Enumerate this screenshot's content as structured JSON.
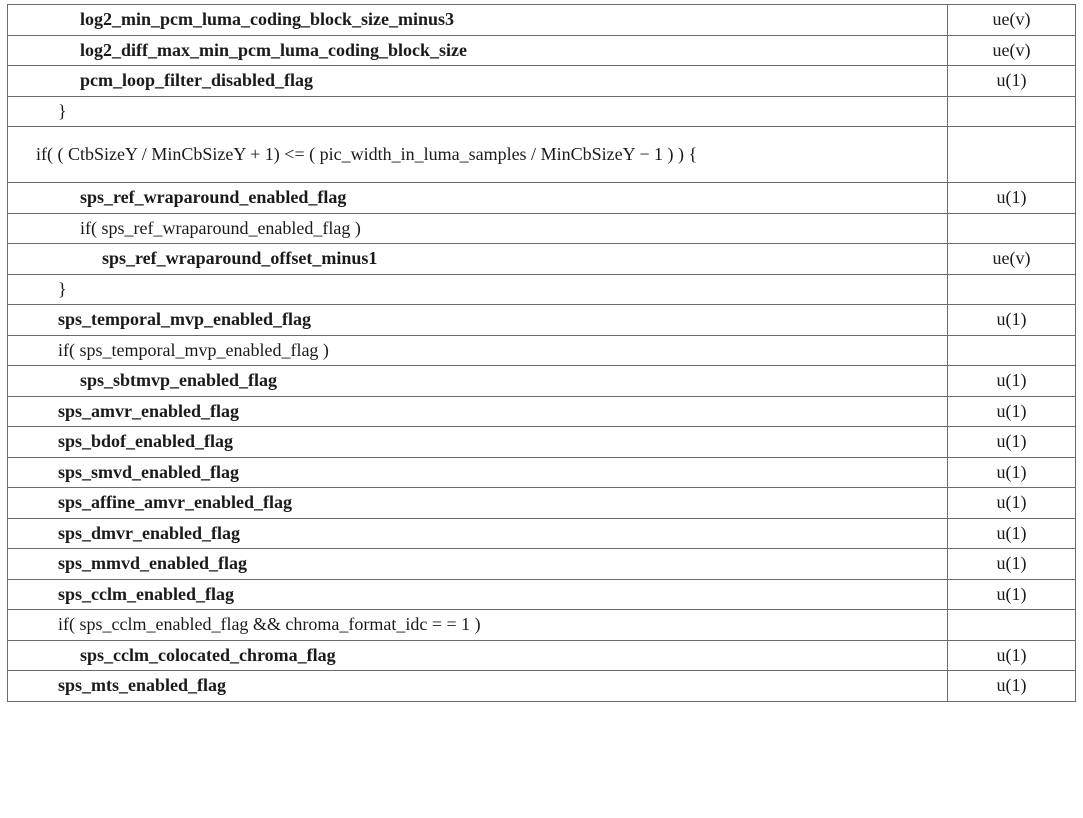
{
  "rows": [
    {
      "syntax": "log2_min_pcm_luma_coding_block_size_minus3",
      "descriptor": "ue(v)",
      "bold": true,
      "indent": 1
    },
    {
      "syntax": "log2_diff_max_min_pcm_luma_coding_block_size",
      "descriptor": "ue(v)",
      "bold": true,
      "indent": 1
    },
    {
      "syntax": "pcm_loop_filter_disabled_flag",
      "descriptor": "u(1)",
      "bold": true,
      "indent": 1
    },
    {
      "syntax": "}",
      "descriptor": "",
      "bold": false,
      "indent": 0
    },
    {
      "syntax": "if( ( CtbSizeY / MinCbSizeY + 1)   <=   ( pic_width_in_luma_samples / MinCbSizeY − 1 ) ) {",
      "descriptor": "",
      "bold": false,
      "indent": 0
    },
    {
      "syntax": "sps_ref_wraparound_enabled_flag",
      "descriptor": "u(1)",
      "bold": true,
      "indent": 1
    },
    {
      "syntax": "if( sps_ref_wraparound_enabled_flag )",
      "descriptor": "",
      "bold": false,
      "indent": 1
    },
    {
      "syntax": "sps_ref_wraparound_offset_minus1",
      "descriptor": "ue(v)",
      "bold": true,
      "indent": 2
    },
    {
      "syntax": "}",
      "descriptor": "",
      "bold": false,
      "indent": 0
    },
    {
      "syntax": "sps_temporal_mvp_enabled_flag",
      "descriptor": "u(1)",
      "bold": true,
      "indent": 0
    },
    {
      "syntax": "if( sps_temporal_mvp_enabled_flag )",
      "descriptor": "",
      "bold": false,
      "indent": 0
    },
    {
      "syntax": "sps_sbtmvp_enabled_flag",
      "descriptor": "u(1)",
      "bold": true,
      "indent": 1
    },
    {
      "syntax": "sps_amvr_enabled_flag",
      "descriptor": "u(1)",
      "bold": true,
      "indent": 0
    },
    {
      "syntax": "sps_bdof_enabled_flag",
      "descriptor": "u(1)",
      "bold": true,
      "indent": 0
    },
    {
      "syntax": "sps_smvd_enabled_flag",
      "descriptor": "u(1)",
      "bold": true,
      "indent": 0
    },
    {
      "syntax": "sps_affine_amvr_enabled_flag",
      "descriptor": "u(1)",
      "bold": true,
      "indent": 0
    },
    {
      "syntax": "sps_dmvr_enabled_flag",
      "descriptor": "u(1)",
      "bold": true,
      "indent": 0
    },
    {
      "syntax": "sps_mmvd_enabled_flag",
      "descriptor": "u(1)",
      "bold": true,
      "indent": 0
    },
    {
      "syntax": "sps_cclm_enabled_flag",
      "descriptor": "u(1)",
      "bold": true,
      "indent": 0
    },
    {
      "syntax": "if( sps_cclm_enabled_flag   &&   chroma_format_idc   = =   1 )",
      "descriptor": "",
      "bold": false,
      "indent": 0
    },
    {
      "syntax": "sps_cclm_colocated_chroma_flag",
      "descriptor": "u(1)",
      "bold": true,
      "indent": 1
    },
    {
      "syntax": "sps_mts_enabled_flag",
      "descriptor": "u(1)",
      "bold": true,
      "indent": 0
    }
  ]
}
